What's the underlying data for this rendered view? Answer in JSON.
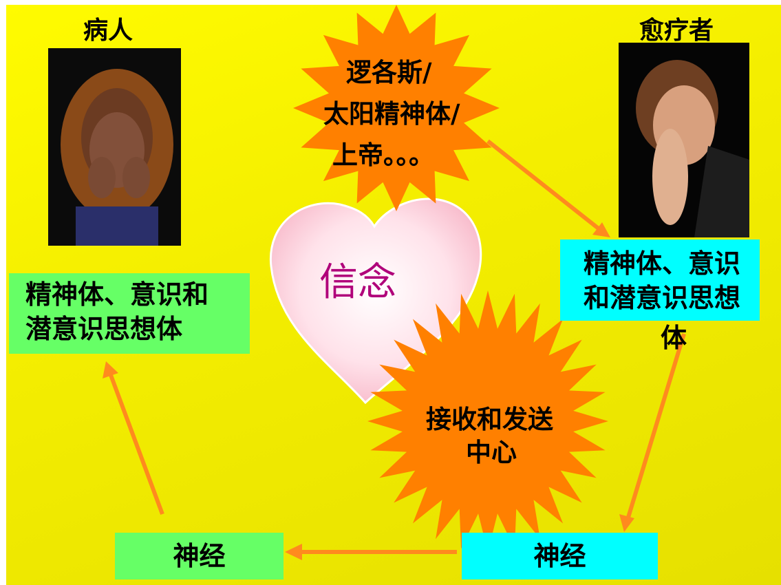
{
  "patient": {
    "title": "病人"
  },
  "healer": {
    "title": "愈疗者"
  },
  "sun": {
    "line1": "逻各斯/",
    "line2": "太阳精神体/",
    "line3": "上帝。。。"
  },
  "heart": {
    "label": "信念"
  },
  "center": {
    "line1": "接收和发送",
    "line2": "中心"
  },
  "patient_box": {
    "line1": "精神体、意识和",
    "line2": "潜意识思想体"
  },
  "healer_box": {
    "line1": "精神体、意识",
    "line2": "和潜意识思想",
    "line3": "体"
  },
  "nerve_left": {
    "label": "神经"
  },
  "nerve_right": {
    "label": "神经"
  },
  "colors": {
    "background": "#f4ee00",
    "star": "#ff8000",
    "green_box": "#66ff66",
    "cyan_box": "#00ffff",
    "heart_text": "#b0007a"
  }
}
